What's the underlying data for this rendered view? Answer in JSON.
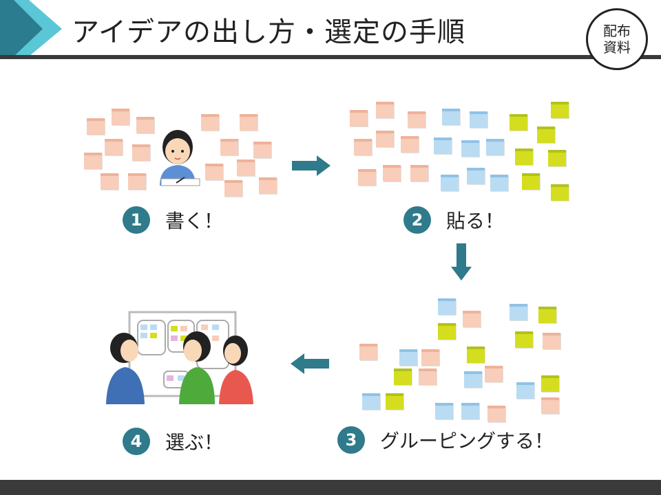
{
  "slide": {
    "title": "アイデアの出し方・選定の手順",
    "handout_line1": "配布",
    "handout_line2": "資料"
  },
  "steps": [
    {
      "number": "1",
      "label": "書く！"
    },
    {
      "number": "2",
      "label": "貼る！"
    },
    {
      "number": "3",
      "label": "グルーピングする！"
    },
    {
      "number": "4",
      "label": "選ぶ！"
    }
  ],
  "icons": {
    "arrow_right": "arrow-right-icon",
    "arrow_down": "arrow-down-icon",
    "arrow_left": "arrow-left-icon"
  },
  "colors": {
    "accent_teal": "#2f7a8b",
    "chevron_light": "#5bc6d6",
    "chevron_dark": "#2b7c8e",
    "bar_dark": "#3a3a3a",
    "note_pink": "#f8cdb9",
    "note_blue": "#b9dcf3",
    "note_green": "#d5de1e"
  }
}
